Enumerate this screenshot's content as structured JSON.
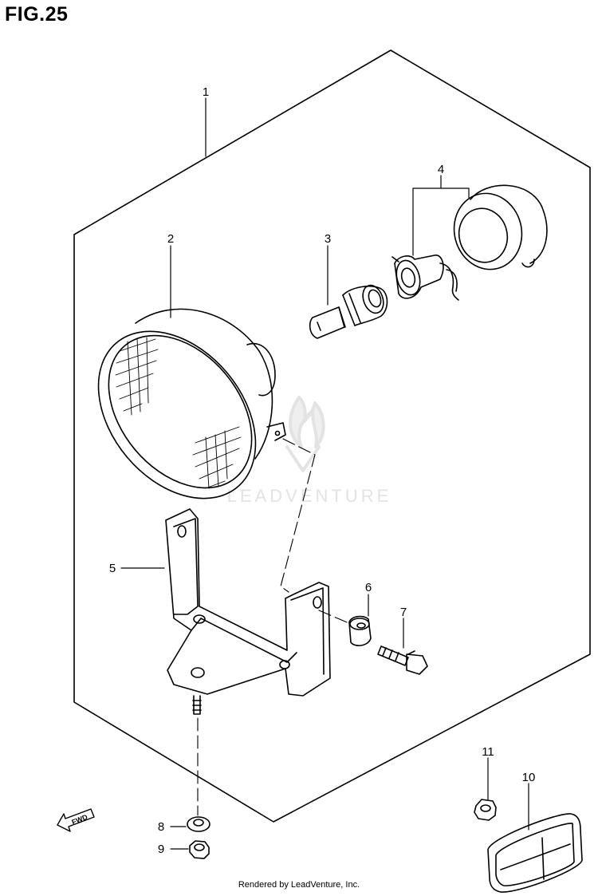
{
  "figure": {
    "title": "FIG.25"
  },
  "callouts": [
    {
      "id": "1",
      "label": "1"
    },
    {
      "id": "2",
      "label": "2"
    },
    {
      "id": "3",
      "label": "3"
    },
    {
      "id": "4",
      "label": "4"
    },
    {
      "id": "5",
      "label": "5"
    },
    {
      "id": "6",
      "label": "6"
    },
    {
      "id": "7",
      "label": "7"
    },
    {
      "id": "8",
      "label": "8"
    },
    {
      "id": "9",
      "label": "9"
    },
    {
      "id": "10",
      "label": "10"
    },
    {
      "id": "11",
      "label": "11"
    }
  ],
  "direction_marker": {
    "label": "FWD"
  },
  "watermark": {
    "text": "LEADVENTURE"
  },
  "footer": {
    "text": "Rendered by LeadVenture, Inc."
  },
  "colors": {
    "line": "#000000",
    "watermark": "#e3e3e3",
    "background": "#ffffff"
  }
}
